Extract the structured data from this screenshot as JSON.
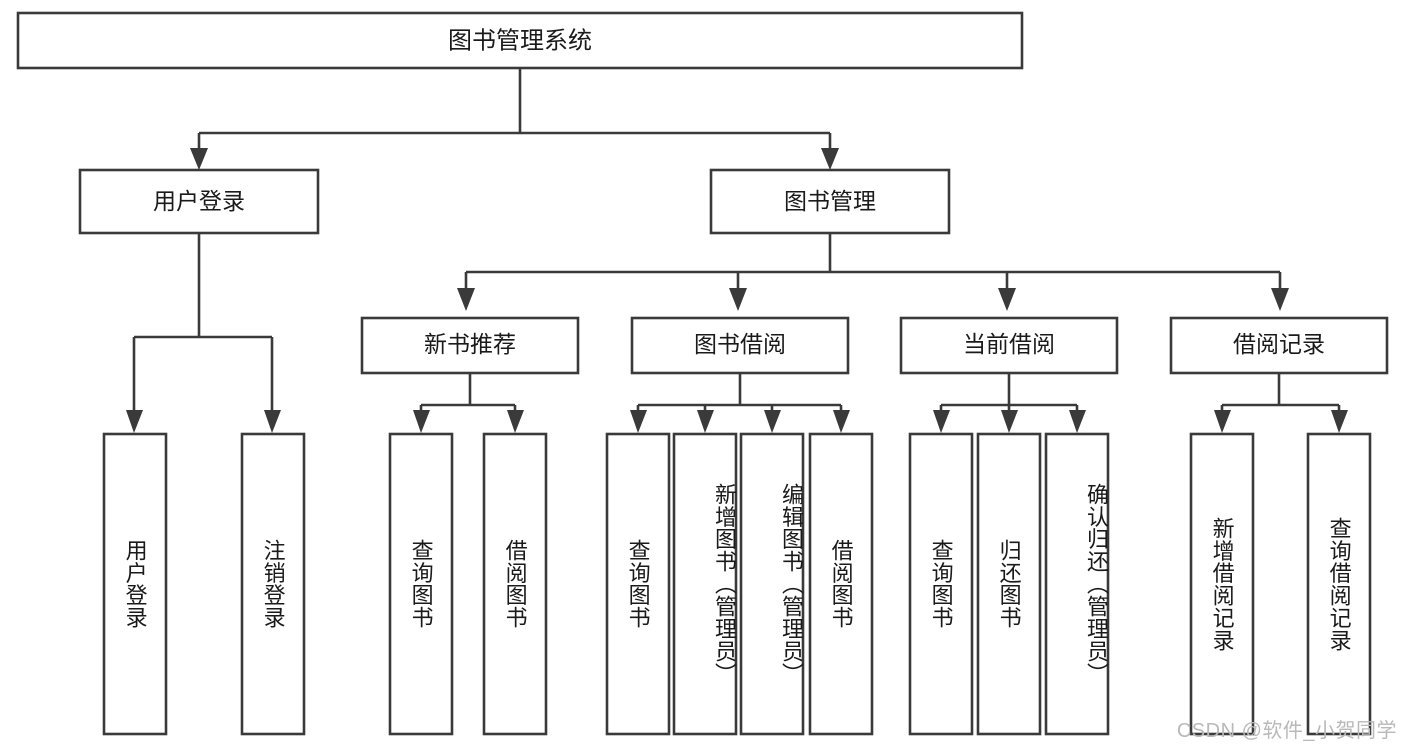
{
  "diagram": {
    "type": "tree-hierarchy",
    "title": "图书管理系统",
    "style": {
      "box_fill": "#ffffff",
      "box_stroke": "#3a3a3a",
      "text_color": "#1a1a1a",
      "watermark_color": "#b9b9b9",
      "background": "#ffffff"
    },
    "root": {
      "label": "图书管理系统"
    },
    "level2": [
      {
        "label": "用户登录"
      },
      {
        "label": "图书管理"
      }
    ],
    "level3": [
      {
        "label": "新书推荐"
      },
      {
        "label": "图书借阅"
      },
      {
        "label": "当前借阅"
      },
      {
        "label": "借阅记录"
      }
    ],
    "leaves": {
      "user_login": [
        {
          "label": "用户登录"
        },
        {
          "label": "注销登录"
        }
      ],
      "new_book_recommend": [
        {
          "label": "查询图书"
        },
        {
          "label": "借阅图书"
        }
      ],
      "book_borrow": [
        {
          "label": "查询图书"
        },
        {
          "label": "新增图书（管理员）"
        },
        {
          "label": "编辑图书（管理员）"
        },
        {
          "label": "借阅图书"
        }
      ],
      "current_borrow": [
        {
          "label": "查询图书"
        },
        {
          "label": "归还图书"
        },
        {
          "label": "确认归还（管理员）"
        }
      ],
      "borrow_record": [
        {
          "label": "新增借阅记录"
        },
        {
          "label": "查询借阅记录"
        }
      ]
    }
  },
  "watermark": {
    "text": "CSDN @软件_小贺同学"
  }
}
